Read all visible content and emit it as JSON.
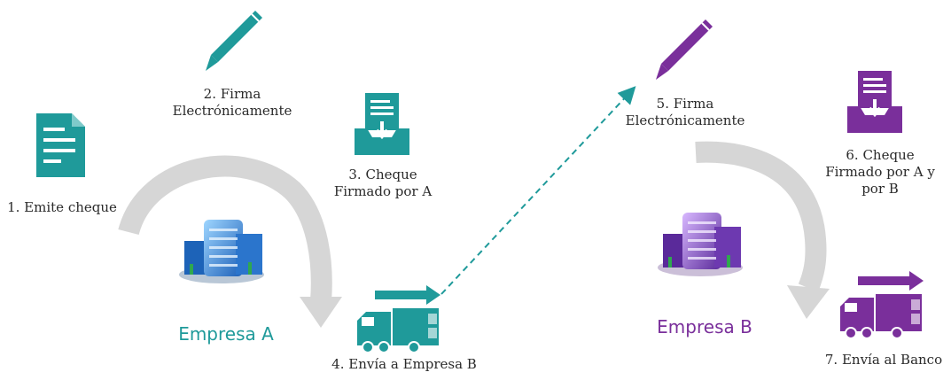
{
  "colors": {
    "teal": "#1f9a9a",
    "purple": "#7a2f9b",
    "grey_arrow": "#d6d6d6",
    "text": "#2a2a2a"
  },
  "steps": [
    {
      "id": "step1",
      "lines": [
        "1. Emite cheque"
      ]
    },
    {
      "id": "step2",
      "lines": [
        "2. Firma",
        "Electrónicamente"
      ]
    },
    {
      "id": "step3",
      "lines": [
        "3. Cheque",
        "Firmado por A"
      ]
    },
    {
      "id": "step4",
      "lines": [
        "4. Envía a Empresa B"
      ]
    },
    {
      "id": "step5",
      "lines": [
        "5. Firma",
        "Electrónicamente"
      ]
    },
    {
      "id": "step6",
      "lines": [
        "6. Cheque",
        "Firmado por A y",
        "por B"
      ]
    },
    {
      "id": "step7",
      "lines": [
        "7. Envía al Banco"
      ]
    }
  ],
  "companies": {
    "a": "Empresa A",
    "b": "Empresa B"
  },
  "icons": {
    "document": "document-icon",
    "pen": "pen-icon",
    "inbox": "inbox-document-icon",
    "truck": "delivery-truck-icon",
    "building": "office-building-icon"
  }
}
